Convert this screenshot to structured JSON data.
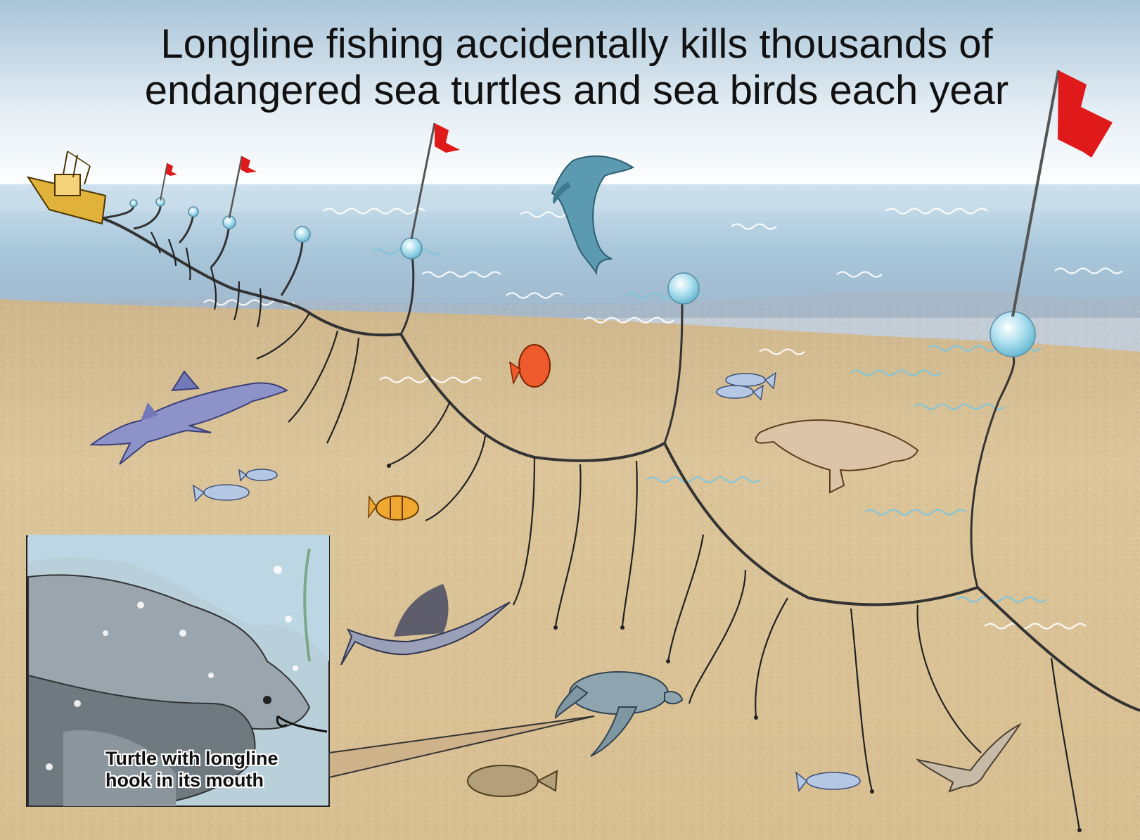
{
  "title": {
    "line1": "Longline fishing accidentally kills thousands of",
    "line2": "endangered sea turtles and sea birds each year"
  },
  "inset": {
    "caption_line1": "Turtle with longline",
    "caption_line2": "hook in its mouth"
  },
  "colors": {
    "sky": "#d6e4ee",
    "water": "#b4cfe0",
    "seafloor": "#d7bf93",
    "longline": "#333333",
    "flag": "#e01a1a",
    "buoy": "#8fd0e6",
    "boat": "#e0b23a"
  },
  "icons": [
    "fishing-boat-icon",
    "buoy-flag-icon",
    "dolphin-icon",
    "shark-icon",
    "swordfish-icon",
    "sea-turtle-icon",
    "seal-icon",
    "seabird-icon",
    "small-fish-icon",
    "flatfish-icon"
  ]
}
